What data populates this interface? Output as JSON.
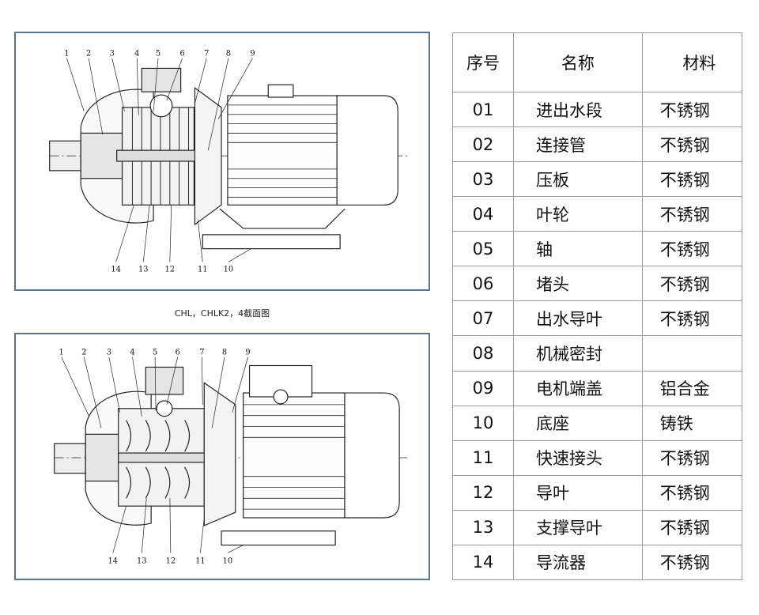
{
  "caption": "CHL，CHLK2，4截面图",
  "callouts": {
    "top": [
      "1",
      "2",
      "3",
      "4",
      "5",
      "6",
      "7",
      "8",
      "9",
      "10",
      "11",
      "12",
      "13",
      "14"
    ],
    "bottom": [
      "1",
      "2",
      "3",
      "4",
      "5",
      "6",
      "7",
      "8",
      "9",
      "10",
      "11",
      "12",
      "13",
      "14"
    ]
  },
  "table": {
    "headers": [
      "序号",
      "名称",
      "材料"
    ],
    "rows": [
      {
        "no": "01",
        "name": "进出水段",
        "material": "不锈钢"
      },
      {
        "no": "02",
        "name": "连接管",
        "material": "不锈钢"
      },
      {
        "no": "03",
        "name": "压板",
        "material": "不锈钢"
      },
      {
        "no": "04",
        "name": "叶轮",
        "material": "不锈钢"
      },
      {
        "no": "05",
        "name": "轴",
        "material": "不锈钢"
      },
      {
        "no": "06",
        "name": "堵头",
        "material": "不锈钢"
      },
      {
        "no": "07",
        "name": "出水导叶",
        "material": "不锈钢"
      },
      {
        "no": "08",
        "name": "机械密封",
        "material": ""
      },
      {
        "no": "09",
        "name": "电机端盖",
        "material": "铝合金"
      },
      {
        "no": "10",
        "name": "底座",
        "material": "铸铁"
      },
      {
        "no": "11",
        "name": "快速接头",
        "material": "不锈钢"
      },
      {
        "no": "12",
        "name": "导叶",
        "material": "不锈钢"
      },
      {
        "no": "13",
        "name": "支撑导叶",
        "material": "不锈钢"
      },
      {
        "no": "14",
        "name": "导流器",
        "material": "不锈钢"
      }
    ]
  }
}
